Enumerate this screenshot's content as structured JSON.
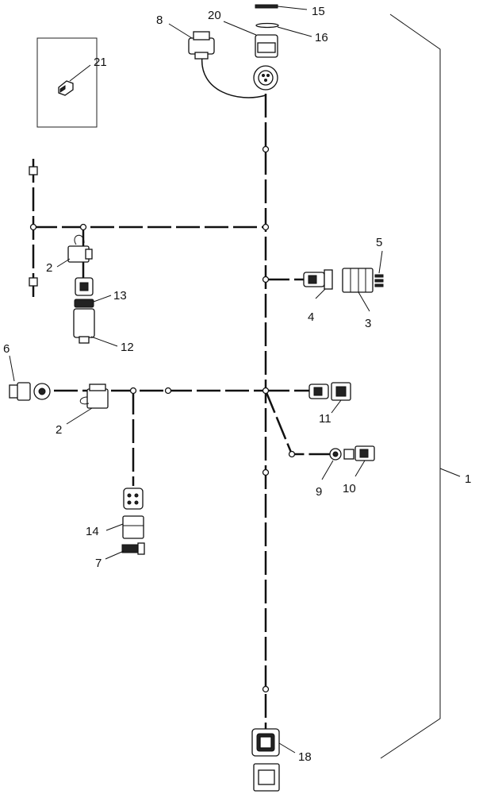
{
  "labels": {
    "l1": "1",
    "l2a": "2",
    "l2b": "2",
    "l3": "3",
    "l4": "4",
    "l5": "5",
    "l6": "6",
    "l7": "7",
    "l8": "8",
    "l9": "9",
    "l10": "10",
    "l11": "11",
    "l12": "12",
    "l13": "13",
    "l14": "14",
    "l15": "15",
    "l16": "16",
    "l18": "18",
    "l20": "20",
    "l21": "21"
  }
}
